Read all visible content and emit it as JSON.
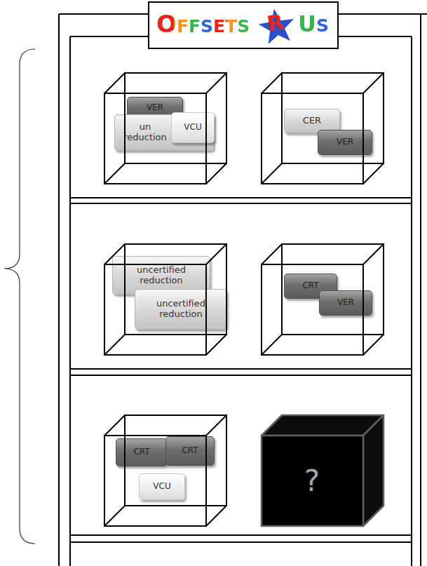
{
  "diagram": {
    "nodes": [
      {
        "text": [
          "OFFSETS",
          "R",
          "US"
        ]
      },
      {
        "text": []
      },
      {
        "text": [
          "VER"
        ],
        "in": 1
      },
      {
        "text": [
          "un reduction"
        ],
        "in": 1
      },
      {
        "text": [
          "VCU"
        ],
        "in": 1
      },
      {
        "text": []
      },
      {
        "text": [
          "CER"
        ],
        "in": 5
      },
      {
        "text": [
          "VER"
        ],
        "in": 5
      },
      {
        "text": []
      },
      {
        "text": [
          "uncertified reduction"
        ],
        "in": 8
      },
      {
        "text": [
          "uncertified reduction"
        ],
        "in": 8
      },
      {
        "text": []
      },
      {
        "text": [
          "CRT"
        ],
        "in": 11
      },
      {
        "text": [
          "VER"
        ],
        "in": 11
      },
      {
        "text": []
      },
      {
        "text": [
          "CRT"
        ],
        "in": 14
      },
      {
        "text": [
          "CRT"
        ],
        "in": 14
      },
      {
        "text": [
          "VCU"
        ],
        "in": 14
      },
      {
        "text": [
          "?"
        ]
      }
    ]
  }
}
